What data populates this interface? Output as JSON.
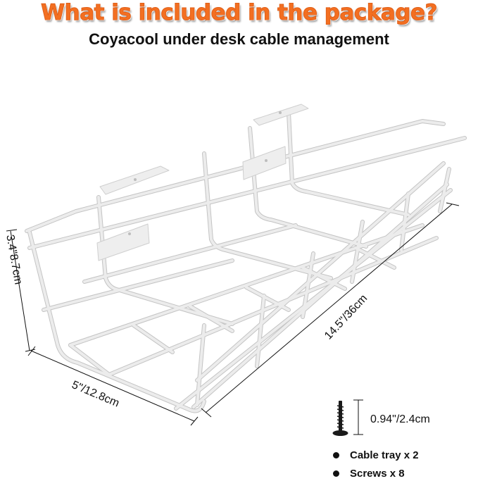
{
  "header": {
    "headline": "What is included in the package?",
    "subtitle": "Coyacool under desk cable management"
  },
  "dimensions": {
    "height": "3.4\"8.7cm",
    "width": "5\"/12.8cm",
    "length": "14.5\"/36cm",
    "screw_length": "0.94\"/2.4cm"
  },
  "package_contents": [
    {
      "label": "Cable tray x 2"
    },
    {
      "label": "Screws x 8"
    }
  ],
  "colors": {
    "headline": "#f36f21",
    "wire": "#e6e6e6",
    "wire_shade": "#bdbdbd",
    "text": "#111111"
  }
}
